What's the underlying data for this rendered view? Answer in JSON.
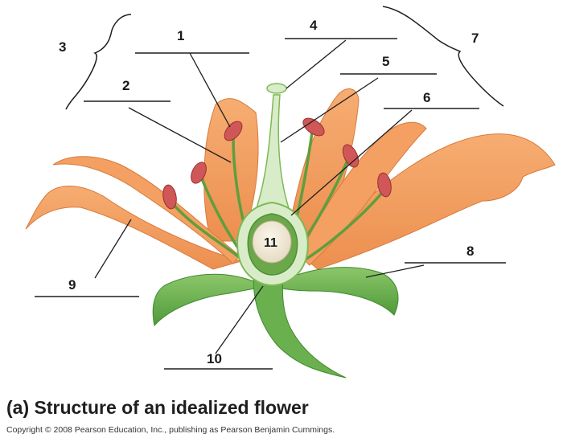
{
  "labels": {
    "l1": "1",
    "l2": "2",
    "l3": "3",
    "l4": "4",
    "l5": "5",
    "l6": "6",
    "l7": "7",
    "l8": "8",
    "l9": "9",
    "l10": "10",
    "l11": "11"
  },
  "caption": {
    "title": "(a) Structure of an idealized flower",
    "copyright": "Copyright © 2008 Pearson Education, Inc., publishing as Pearson Benjamin Cummings."
  },
  "colors": {
    "petal": "#f4a266",
    "petal_shade": "#e8894a",
    "sepal": "#6bb04f",
    "pistil": "#d9ecc9",
    "filament": "#7eb956",
    "anther": "#d25a5a",
    "line": "#1e1e1e"
  }
}
